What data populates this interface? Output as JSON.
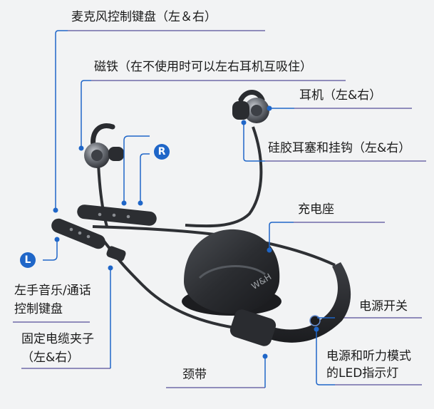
{
  "labels": {
    "mic_keypad": "麦克风控制键盘（左＆右）",
    "magnet": "磁铁（在不使用时可以左右耳机互吸住）",
    "earphone": "耳机（左&右）",
    "eartip": "硅胶耳塞和挂钩（左&右）",
    "charging_dock": "充电座",
    "left_keypad_line1": "左手音乐/通话",
    "left_keypad_line2": "控制键盘",
    "cable_clip_line1": "固定电缆夹子",
    "cable_clip_line2": "（左&右）",
    "neckband": "颈带",
    "power_switch": "电源开关",
    "led_line1": "电源和听力模式",
    "led_line2": "的LED指示灯"
  },
  "badges": {
    "left": "L",
    "right": "R"
  },
  "product_logo": "W&H",
  "colors": {
    "accent_line": "#6f6aa8",
    "callout": "#1f66c8",
    "device_dark": "#2a2c30",
    "background": "#f2f3f4"
  }
}
